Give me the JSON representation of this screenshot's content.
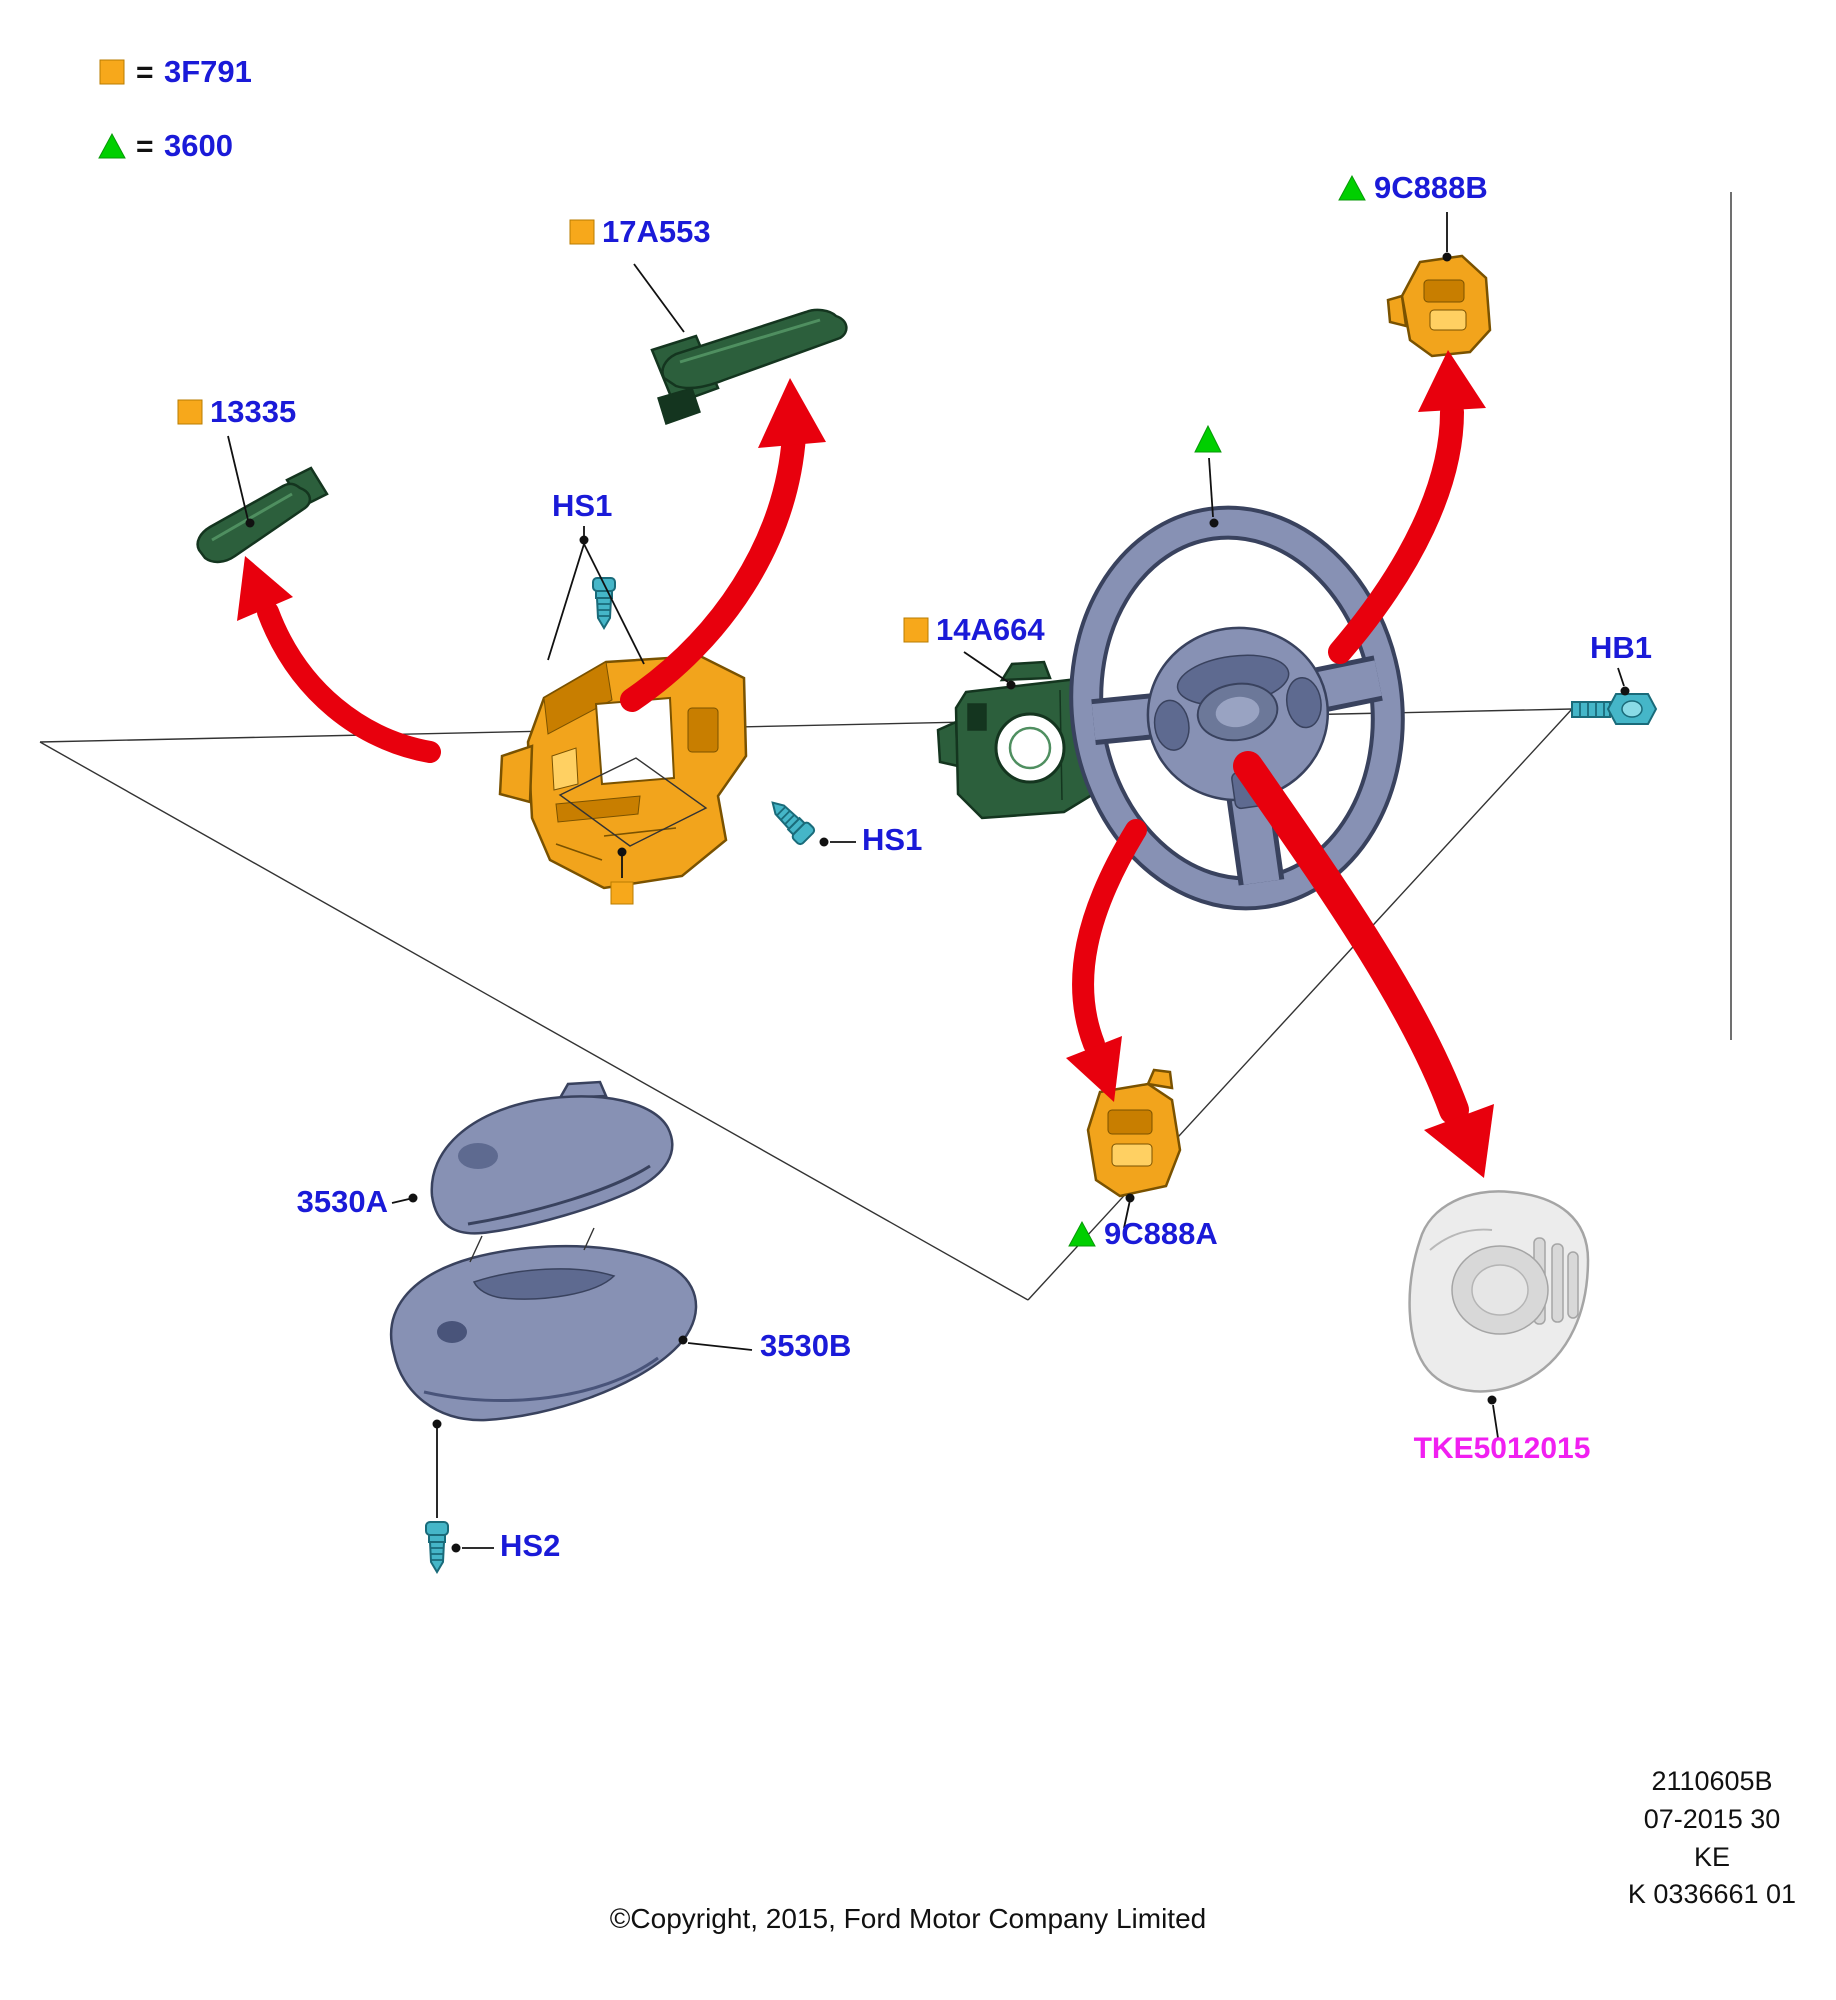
{
  "diagram": {
    "legend": [
      {
        "marker": "orange-square",
        "eq": "=",
        "code": "3F791"
      },
      {
        "marker": "green-triangle",
        "eq": "=",
        "code": "3600"
      }
    ],
    "callouts": [
      {
        "code": "17A553",
        "marker": "orange-square"
      },
      {
        "code": "13335",
        "marker": "orange-square"
      },
      {
        "code": "HS1",
        "marker": "none"
      },
      {
        "code": "14A664",
        "marker": "orange-square"
      },
      {
        "code": "HS1",
        "marker": "none"
      },
      {
        "code": "9C888B",
        "marker": "green-triangle"
      },
      {
        "code": "HB1",
        "marker": "none"
      },
      {
        "code": "9C888A",
        "marker": "green-triangle"
      },
      {
        "code": "TKE5012015",
        "marker": "none"
      },
      {
        "code": "3530A",
        "marker": "none"
      },
      {
        "code": "3530B",
        "marker": "none"
      },
      {
        "code": "HS2",
        "marker": "none"
      }
    ]
  },
  "plate": {
    "lines": [
      "2110605B",
      "07-2015 30",
      "KE",
      "K 0336661 01"
    ]
  },
  "footer": {
    "copyright": "©Copyright, 2015, Ford Motor Company Limited"
  },
  "colors": {
    "label_blue": "#1a1ad8",
    "part_magenta": "#f11ff1",
    "marker_orange": "#f7a81b",
    "marker_green": "#00cf00",
    "part_green": "#2c5f3c",
    "part_green_dark": "#14351f",
    "part_green_hl": "#4f8f60",
    "part_teal": "#45b6c8",
    "part_teal_dark": "#1a6b7a",
    "part_steel": "#8791b4",
    "part_steel_dark": "#39425e",
    "part_steel_shade": "#5e6a90",
    "part_orange": "#f2a41c",
    "part_orange_dark": "#7a5200",
    "part_orange_shade": "#c87e00",
    "part_orange_hl": "#ffd062",
    "arrow_red": "#e8000d",
    "airbag_fill": "#ececec",
    "airbag_line": "#a5a5a5"
  }
}
